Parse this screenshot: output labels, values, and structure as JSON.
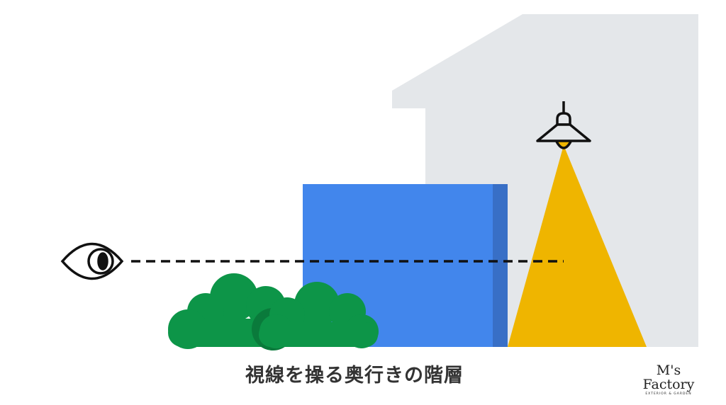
{
  "caption": "視線を操る奥行きの階層",
  "logo": {
    "name": "M's Factory",
    "tagline": "EXTERIOR & GARDEN"
  },
  "colors": {
    "house": "#e4e7ea",
    "wall_front": "#4286ec",
    "wall_side": "#386fc6",
    "light_beam": "#efb500",
    "bush": "#0d9548",
    "bush_shadow": "#0a7a3b",
    "line": "#111111"
  }
}
